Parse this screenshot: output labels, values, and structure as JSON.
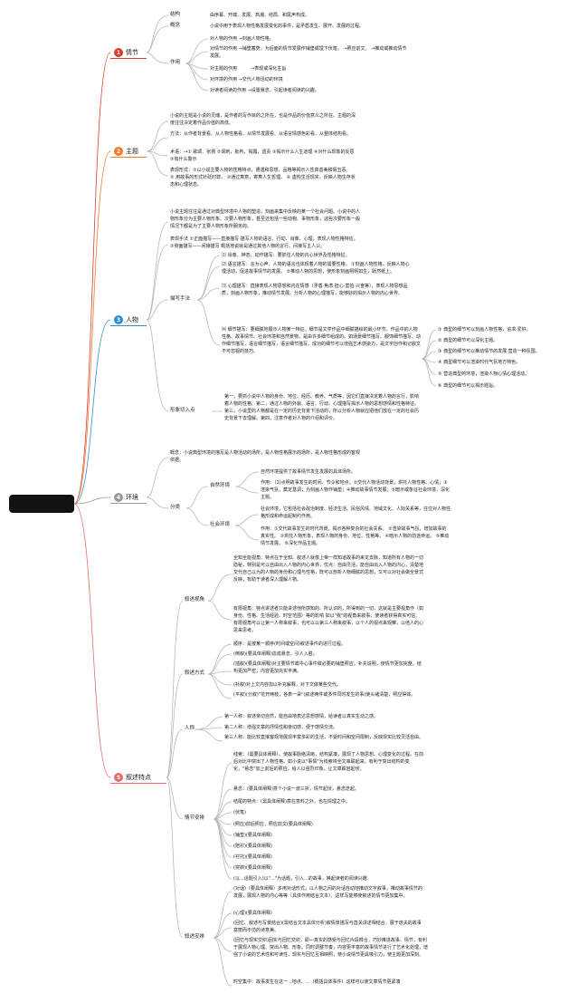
{
  "root": {
    "label": ""
  },
  "branches": {
    "plot": {
      "num": "1",
      "color": "#e03a2a",
      "label": "情节"
    },
    "theme": {
      "num": "2",
      "color": "#f07a2a",
      "label": "主题"
    },
    "character": {
      "num": "3",
      "color": "#2f8fd6",
      "label": "人物"
    },
    "environment": {
      "num": "4",
      "color": "#9a9a9a",
      "label": "环境"
    },
    "narrative": {
      "num": "5",
      "color": "#e66a6a",
      "label": "叙述特点"
    }
  },
  "plot": {
    "structure_label": "结构",
    "structure_text": "由序幕、开端、发展、高潮、结局、和尾声构成。",
    "concept_label": "概念",
    "concept_text": "小说中用于表现人物性格发展变化的事件，是矛盾发生、展开、发展的过程。",
    "function_label": "作用",
    "f1": "对人物的作用 →刻画人物性格。",
    "f2": "对情节的作用 →铺垫蓄势，为后面的情节发展作铺垫或埋下伏笔。 →照应前文。 →推动或推动情节发展。",
    "f3": "对主题的作用　　　→表现或深化主旨",
    "f4": "对环境的作用 →交代人物活动的环境",
    "f5": "对读者阅读的作用 →设置悬念，引起读者阅读的兴趣。"
  },
  "theme": {
    "t1": "小说的主题是小说的灵魂，是作者的写作目的之所在，也是作品的价值意义之所在。主题的深度往往决定着作品价值的高低。",
    "t2": "方法：从作者背景看、从人物性格看、从情节发展看、从语言情感色彩看、从整体结构看。",
    "t3": "术语：→① 歌颂、张扬 ②讽刺，批判，揭露，遗责 ③揭示什么人生道理 ④对什么现象的反思 ⑤有什么警示",
    "t4": "表现形式：①以小说主要人物的性格特点，遭遇和思想，品格等揭示人性真善美和假丑恶。 ② 用故事的形式针砭时弊。 ③通过寓意，寄寓人生哲理。 ④ 虚构生活现实，反映人物生存状态和心理状态。"
  },
  "character": {
    "c1": "小说主题往往是通过对典型环境中人物的塑造，刻画来集中反映的某一个社会问题。小说中的人物形象分为主要人物形象、次要人物形象，甚至还包括一些动物、事物形象，这些次要形象一般情况下都是为了主要人物形象所服务的。",
    "c2": "表现手法 ①正面描写——直接描写 描写人物的语言、行动、肖像、心理，表现人物性格特征。 ②侧面描写——间接描写 概括地说就是通过其他人物的言行、间接写主人公。",
    "method_label": "描写手法",
    "m1": "⑴ 肖像、神态、动作描写：要抓住人物的内心世界及性格特征。",
    "m2": "⑵ 语言描写：言为心声，人物的语言也体现着人物的需要性格。 ①刻画人物性格，反映人物心理活动，促进故事情节的发展。 ②推动人物的思想，使形象刻画栩栩如生，跃然纸上。",
    "m3": "⑶ 心理描写：直接表现人物思想和内在情感（矛盾·焦虑·担心·害怕·兴奋等），表现人物思想品质，刻画人物形象，推动情节发展。分析人物的心理描写，能够好的揭示人物的内心世界。",
    "m4": "⑷ 细节描写：要细腻地展示人物某一特征。细节是文学作品中细腻描绘的最小环节。作品中的人物性格、故事情节、社会环境和自然景物，是由许多细节组成的。如场景细节描写、服饰细节描写、动作细节描写，语言细节描写，语言细节描写。成功的细节可以增强艺术感染力，是文字创作和记叙文不可忽视的技巧。",
    "d1": "① 典型的细节可以刻画人物性格，追求·爱好。",
    "d2": "② 典型的细节可以深化主题。",
    "d3": "③ 典型的细节可以推动情节的发展·营造一种氛围。",
    "d4": "④ 典型细节可以渲染时代气氛地方特色。",
    "d5": "⑤ 营造典型的环境，渲染人物心情心理活动。",
    "d6": "⑥ 典型的细节可以揭示题旨。",
    "entry_label": "形象切入点",
    "entry_text": "第一，要抓小说中人物的身份、地位、经历、教养、气质等，因它们直接决定着人物的言行，影响着人物的性格。第二，通过人物的外貌、语言、行动、心理描写揭示人物的思想感情和性格特征。 第三，小说里的人物都是在一定的历史背景下活动的，所以分析人物就应把他们放在一定的社会历史背景下去理解。第四，注意作者对人物的介绍和评价。"
  },
  "environment": {
    "concept": "概念：小说典型环境的描写是人物活动的场所，是人物性格展示的场所，是人物性格形成的客观依据。",
    "class_label": "分类",
    "natural_label": "自然环境",
    "n1": "自然环境提供了故事情节发生发展的具体场所。",
    "n2": "作用：（1)点明故事发生的时间、节令和地点；②交代人物活动背景，烘托人物性格、心情；③渲染气氛，奠定基调；为刻画人物作铺垫；④推动故事情节发展；⑤暗示或象征社会环境，深化主题。",
    "social_label": "社会环境",
    "s1": "社会环境，它包括社会政治制度、经济生活、民俗风情、地域文化、人际关系等，往往对人物性格形成和命运起制约作用。",
    "s2": "作用：①交代故事发生的时代背景，揭示各种复杂的社会关系。 ②渲染故事气氛，增加故事的真实性。 ③烘托人物形象，表现人物的身份、地位、性格等。 ④暗示人物的前途命运。 ⑤推动情节发展。 ⑥深化作品主题。"
  },
  "narrative": {
    "pov_label": "叙述视角",
    "pov1": "全知全能视角：特点在于全知。叙述人就像上帝一样知道故事的来龙去脉，知道所有人物的一切隐秘，特别是可以自由出入人物的内心世界，优点：自由灵活，能自由出入人物的内心，清楚地交代自己以为的人物的身份和心理与性格，既可以剖析人物细腻的思想，又可以对社会做全景式反映，有助于读者深入理解人物。",
    "pov2": "有限视角：特点讲述者只能讲述他所感知的、所认识的，所得到的一切，这就是主要视角作（如身份、性格、生活经验、时空范围）等的影响 如以\"我\"的视角来叙事，使读者获得真实可信、有限视角可以让第一人称来叙事，也可以以第三人称来叙事，以个人的视点来观察，以他人的心思来思考。",
    "order_label": "叙述方式",
    "o1": "顺序：是按某一顺序(时间或空间)叙述事件的进行过程。",
    "o2": "(倒叙)(要具体阐释)造成悬念，引人入胜。",
    "o3": "(插叙)(要具体阐释)对主要情节或中心事件做必要的铺垫照应，补充说明，使情节更加完整，结构更加严密，内容更加充实丰满。",
    "o4": "(补叙)对上文内容加以补充解释，对下文做某些交代。",
    "o5": "(平叙)(分叙)\"花开两枝，各表一朵\"(叙述两件或多件同时发生的事)使头绪清楚，照应得体。",
    "person_label": "人称",
    "p1": "第一人称：叙述亲切自然，能自由地表达思想感情，给读者以真实生动之感。",
    "p2": "第二人称：增强文章的抒情性和亲切感，便于感情交流。",
    "p3": "第三人称：能比较直接客观地展现丰富多彩的生活，不受时间和空间限制，反映现实比较灵活自由。",
    "plot_label": "情节安排",
    "pl1": "线索：（需要具体阐释）。使故事脉络清晰，结构紧凑，展现了人物思想、心理变化的过程。在前后对比中突出了人物性格。如小说以\"事情\"为线索将全文串联起来，有利于突出结构的变化，\"悬念\"加上前后的照应，给人以强烈印象，让文章跌宕起伏。",
    "pl2": "悬念：(要具体阐释)意个小说一波三折，情节起伏，悬念迭起。",
    "pl3": "结尾的特点：(需具体阐释)意在意料之外，也在情理之中。",
    "pl4": "(伏笔)",
    "pl5": "(照应)前后照应，照应前文(要具体阐释)",
    "pl6": "(铺垫)(要具体阐释)",
    "pl7": "(陪衬)(要具体阐释)",
    "pl8": "(衬托)(要具体阐释)",
    "pl9": "(突转)(要具体阐释)",
    "pl10": "(以...话题引入)以\"...\"为话题，引入...的故事，唤起读者的阅读兴趣",
    "arr_label": "叙述安排",
    "a1": "(对话)（要具体阐释）多用对话形式，以人物之间的对话自动地推动文字叙事，推动故事情节的发展，展现人物的内心等等（具体作用结合文本）。这样写能够使叙述的情节更加集中。",
    "a2": "(心理)(要具体阐释)",
    "a3": "(回忆、叙述与写景结合)(需结合文本具体分析)叙情景描写与直关讲述相结合，展于逸夫的故事富丽而不仿的诗意美。",
    "a4": "(回忆与现实交织)回实与回忆交织，即—真实的感受与回忆片段糅合，巧妙推进故事、情节，有利于展现人物心理、突出人物、形象。同时调整节奏，内容更丰富的故事情节进行了艺术化处理，增强了小说的艺术性和可读性，现实与回忆互相映照，使小说情节更具吸引力，使主题更加深刻。",
    "a5": "时空集中：故事发生在这一...地点、...（概括具体事件）这样可以使文章情节更紧凑"
  }
}
